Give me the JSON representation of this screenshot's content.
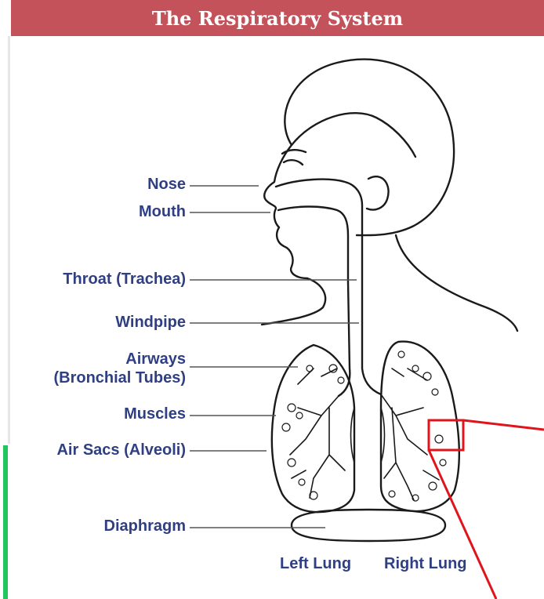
{
  "header": {
    "title": "The Respiratory System"
  },
  "labels": {
    "nose": "Nose",
    "mouth": "Mouth",
    "throat": "Throat (Trachea)",
    "windpipe": "Windpipe",
    "airways_line1": "Airways",
    "airways_line2": "(Bronchial Tubes)",
    "muscles": "Muscles",
    "air_sacs": "Air Sacs (Alveoli)",
    "diaphragm": "Diaphragm",
    "left_lung": "Left Lung",
    "right_lung": "Right Lung"
  },
  "colors": {
    "title_bar": "#c4525a",
    "label_text": "#2f3f83",
    "highlight": "#e0141c",
    "accent_rule": "#22c55e",
    "line_art": "#1a1a1a"
  }
}
